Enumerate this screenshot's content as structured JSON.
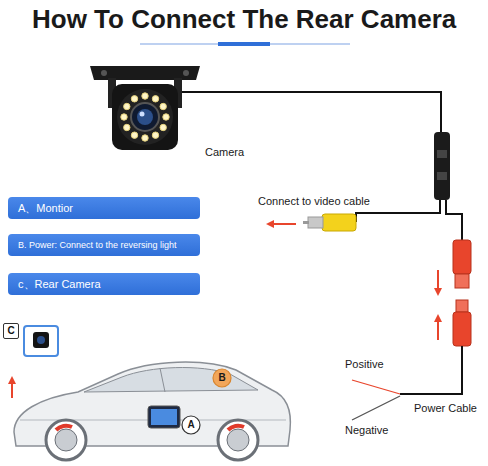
{
  "diagram": {
    "title": "How To Connect The Rear Camera",
    "nodes": [
      {
        "text": [
          "A、Montior"
        ]
      },
      {
        "text": [
          "B. Power: Connect to the reversing light"
        ]
      },
      {
        "text": [
          "c、Rear Camera"
        ]
      },
      {
        "text": [
          "C"
        ]
      },
      {
        "text": [
          "B"
        ]
      },
      {
        "text": [
          "A"
        ]
      }
    ],
    "labels": [
      "Camera",
      "Connect to video cable",
      "Positive",
      "Negative",
      "Power Cable"
    ]
  }
}
